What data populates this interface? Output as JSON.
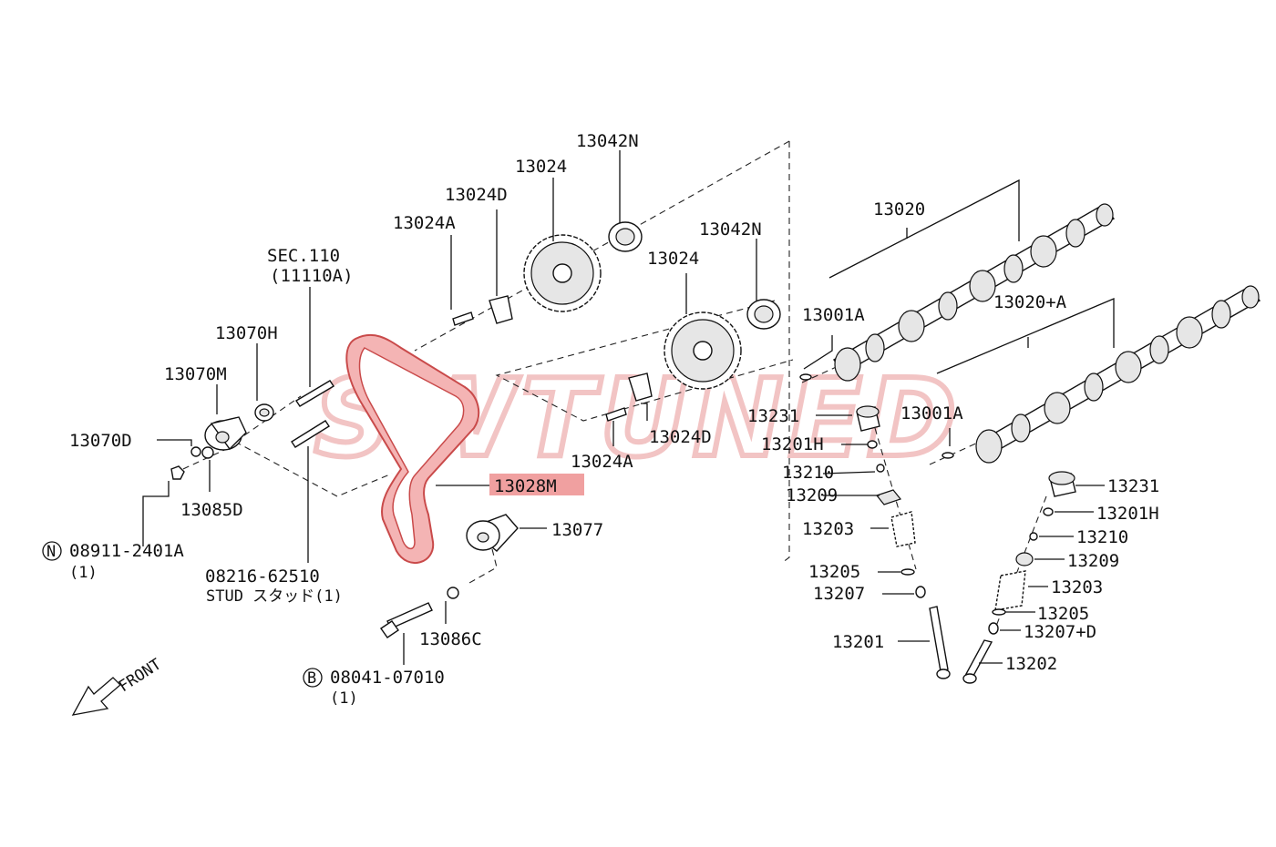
{
  "watermark": {
    "text": "SWTUNED",
    "color": "#f2c4c4"
  },
  "highlight": {
    "part": "13028M",
    "color": "#f0a0a0"
  },
  "labels": {
    "p13042N_a": "13042N",
    "p13024_a": "13024",
    "p13024D_a": "13024D",
    "p13024A_a": "13024A",
    "sec110": "SEC.110",
    "sec110_sub": "(11110A)",
    "p13042N_b": "13042N",
    "p13024_b": "13024",
    "p13020": "13020",
    "p13001A_a": "13001A",
    "p13020A": "13020+A",
    "p13070H": "13070H",
    "p13070M": "13070M",
    "p13070D": "13070D",
    "p13085D": "13085D",
    "p13024D_b": "13024D",
    "p13024A_b": "13024A",
    "p13028M": "13028M",
    "p13077": "13077",
    "nut_circle": "N",
    "nut_part": "08911-2401A",
    "nut_qty": "(1)",
    "stud_part": "08216-62510",
    "stud_desc": "STUD スタッド(1)",
    "p13086C": "13086C",
    "bolt_circle": "B",
    "bolt_part": "08041-07010",
    "bolt_qty": "(1)",
    "front": "FRONT",
    "p13231_a": "13231",
    "p13201H_a": "13201H",
    "p13210_a": "13210",
    "p13209_a": "13209",
    "p13203_a": "13203",
    "p13205_a": "13205",
    "p13207_a": "13207",
    "p13201_a": "13201",
    "p13001A_b": "13001A",
    "p13231_b": "13231",
    "p13201H_b": "13201H",
    "p13210_b": "13210",
    "p13209_b": "13209",
    "p13203_b": "13203",
    "p13205_b": "13205",
    "p13207D_b": "13207+D",
    "p13202_b": "13202"
  }
}
